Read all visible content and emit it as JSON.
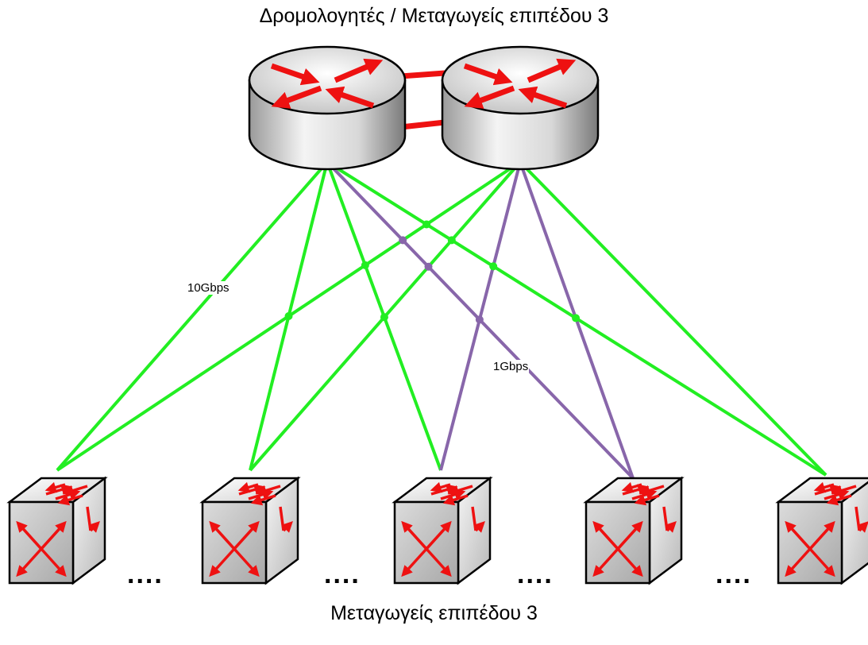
{
  "top_title": "Δρομολογητές / Μεταγωγείς επιπέδου 3",
  "bottom_title": "Μεταγωγείς επιπέδου 3",
  "link_labels": {
    "ten_gig": "10Gbps",
    "one_gig": "1Gbps"
  },
  "ellipsis": "....",
  "colors": {
    "ten_gig_link": "#22ee22",
    "one_gig_link": "#8866aa",
    "router_interlink": "#ee1111",
    "arrow": "#ee1111"
  },
  "routers": [
    {
      "id": "router-1"
    },
    {
      "id": "router-2"
    }
  ],
  "switches": [
    {
      "id": "switch-1"
    },
    {
      "id": "switch-2"
    },
    {
      "id": "switch-3"
    },
    {
      "id": "switch-4"
    },
    {
      "id": "switch-5"
    }
  ],
  "links": [
    {
      "from": "router-1",
      "to": "switch-1",
      "speed": "10Gbps"
    },
    {
      "from": "router-1",
      "to": "switch-2",
      "speed": "10Gbps"
    },
    {
      "from": "router-1",
      "to": "switch-3",
      "speed": "10Gbps"
    },
    {
      "from": "router-1",
      "to": "switch-4",
      "speed": "1Gbps"
    },
    {
      "from": "router-1",
      "to": "switch-5",
      "speed": "10Gbps"
    },
    {
      "from": "router-2",
      "to": "switch-1",
      "speed": "10Gbps"
    },
    {
      "from": "router-2",
      "to": "switch-2",
      "speed": "10Gbps"
    },
    {
      "from": "router-2",
      "to": "switch-3",
      "speed": "1Gbps"
    },
    {
      "from": "router-2",
      "to": "switch-4",
      "speed": "1Gbps"
    },
    {
      "from": "router-2",
      "to": "switch-5",
      "speed": "10Gbps"
    }
  ]
}
